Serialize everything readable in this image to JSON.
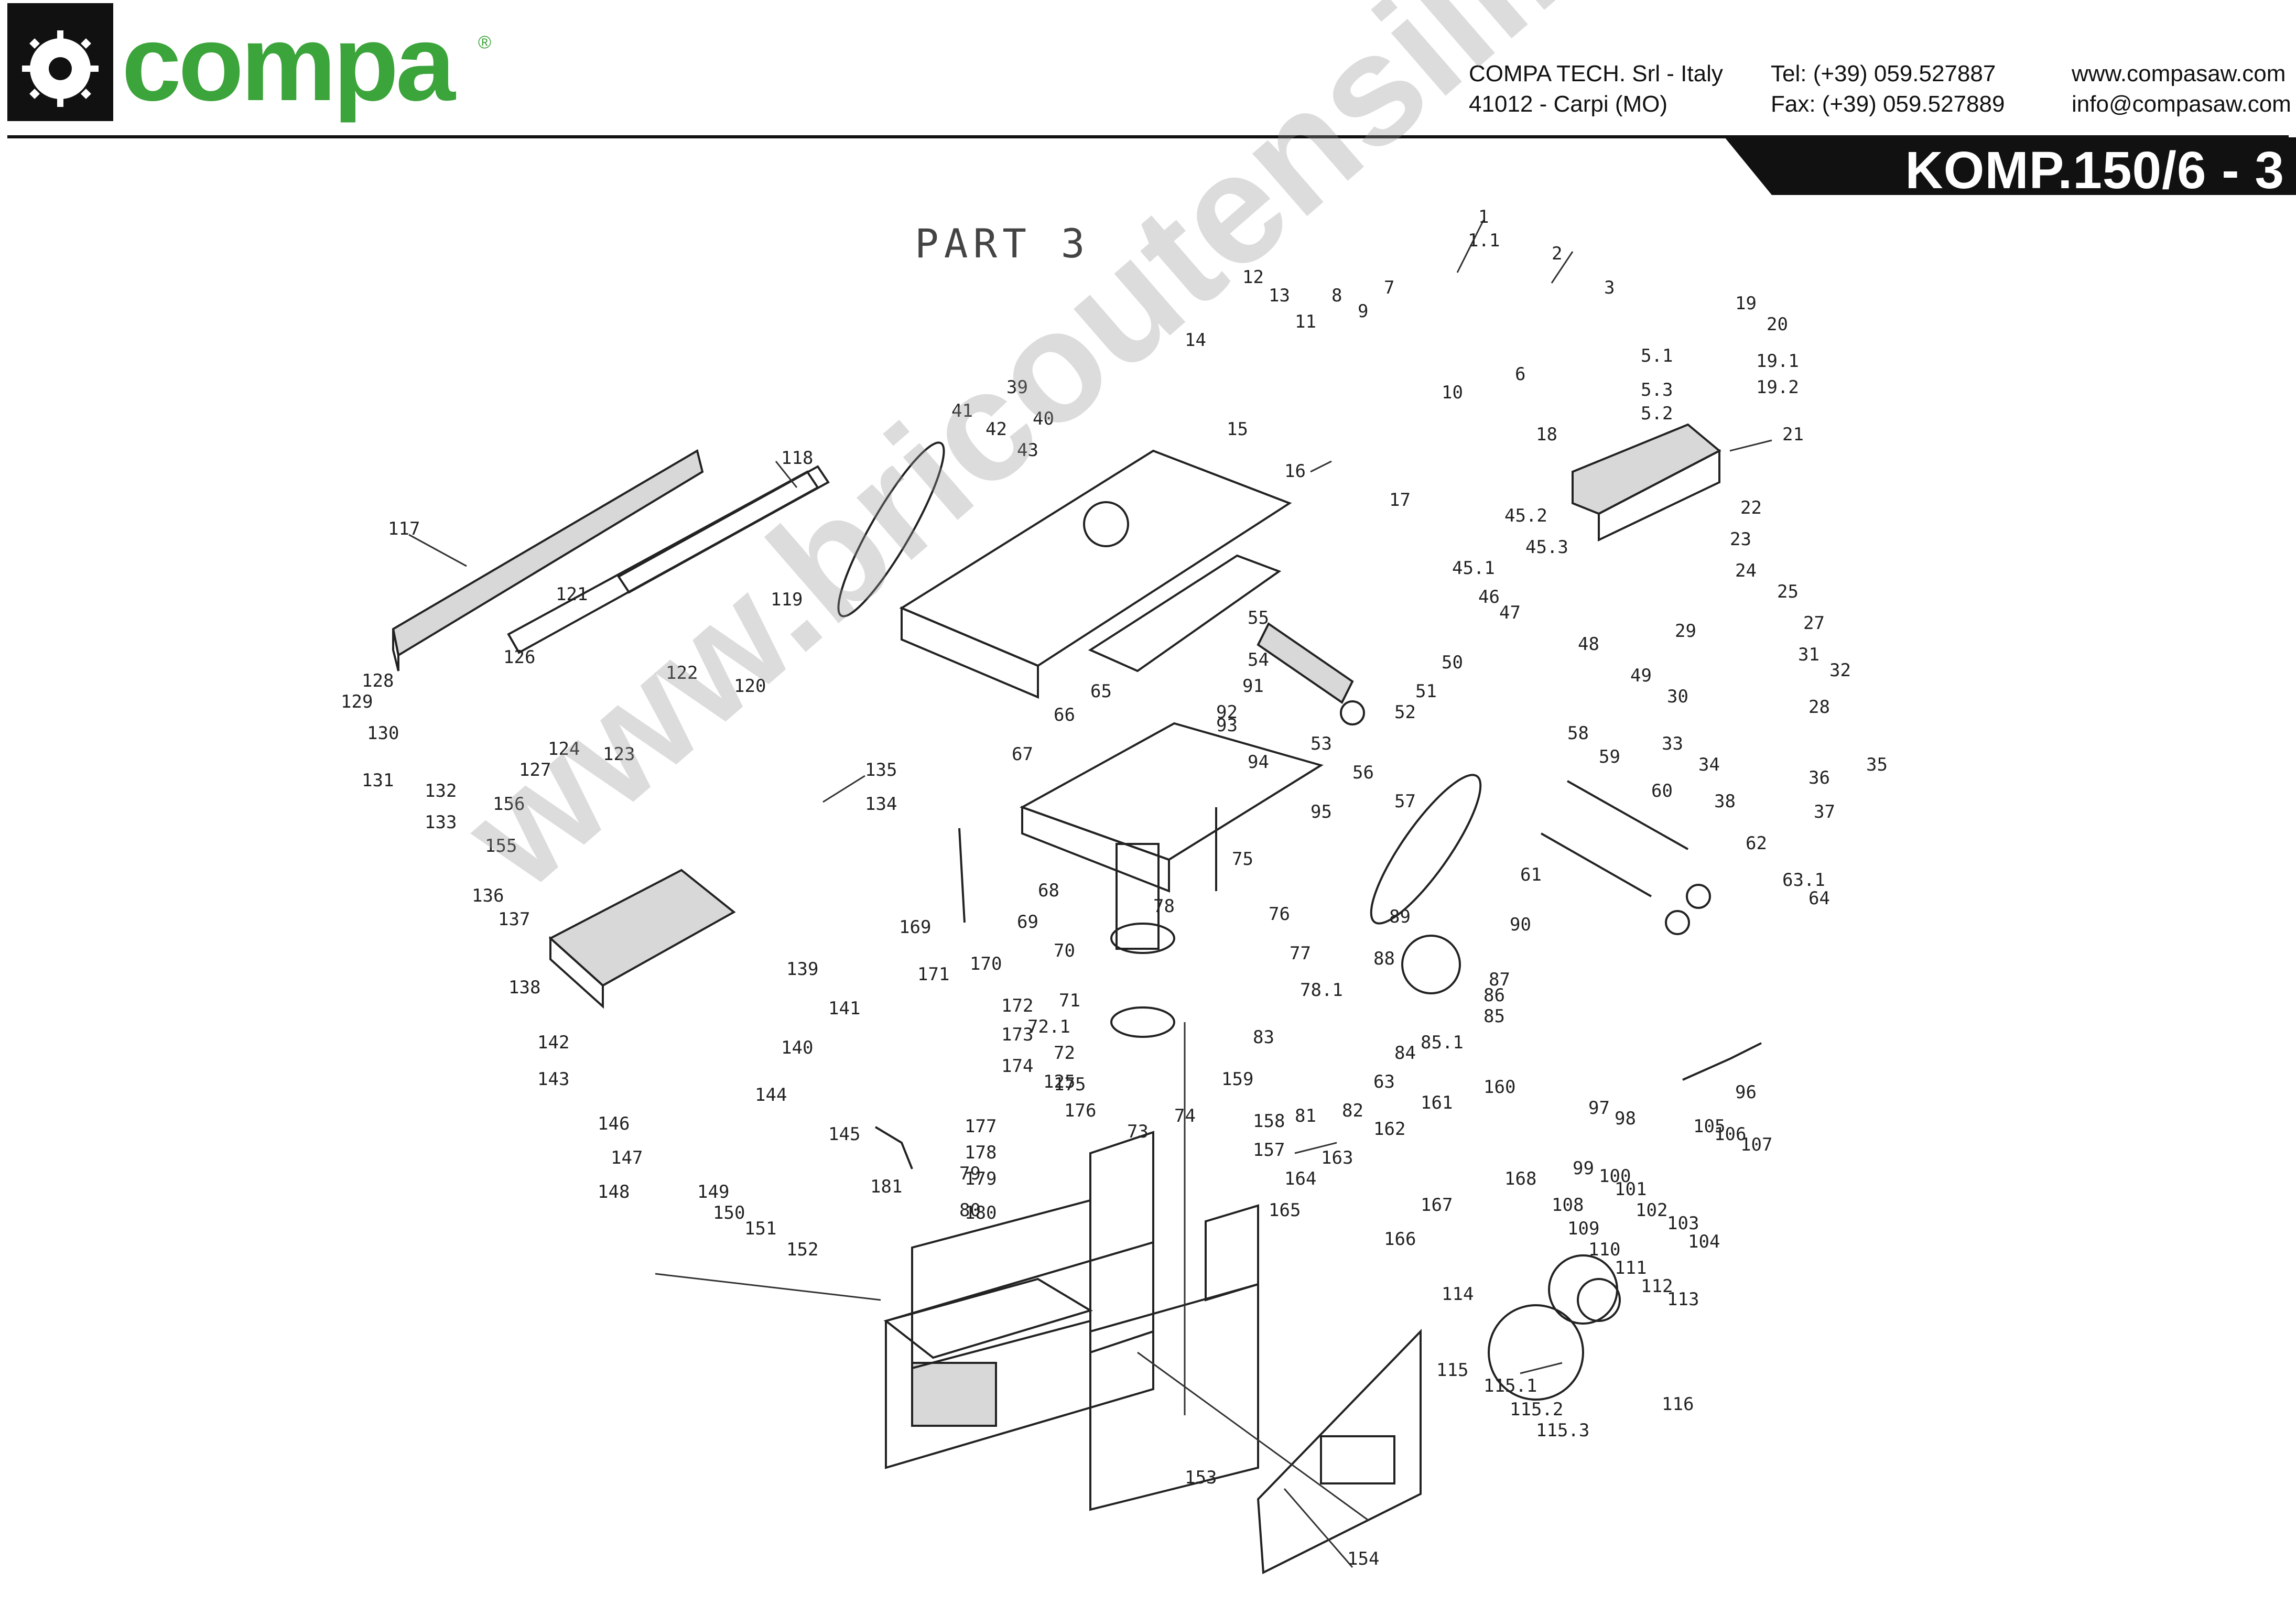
{
  "header": {
    "brand": "compa",
    "registered_mark": "®",
    "company": "COMPA TECH. Srl - Italy",
    "address": "41012 - Carpi (MO)",
    "tel": "Tel: (+39) 059.527887",
    "fax": "Fax: (+39) 059.527889",
    "website": "www.compasaw.com",
    "email": "info@compasaw.com",
    "model": "KOMP.150/6 - 3"
  },
  "part_title": "PART 3",
  "watermark": "www.bricoutensili.com",
  "colors": {
    "brand_green": "#3ba43a",
    "ink": "#111111",
    "watermark": "#9a9a9a"
  },
  "callouts": [
    "1",
    "1.1",
    "2",
    "3",
    "5.1",
    "5.3",
    "5.2",
    "6",
    "7",
    "8",
    "9",
    "10",
    "11",
    "12",
    "13",
    "14",
    "15",
    "16",
    "17",
    "18",
    "19",
    "20",
    "19.1",
    "19.2",
    "21",
    "22",
    "23",
    "24",
    "25",
    "27",
    "28",
    "29",
    "30",
    "31",
    "32",
    "33",
    "34",
    "35",
    "36",
    "37",
    "38",
    "39",
    "40",
    "41",
    "42",
    "43",
    "45.2",
    "45.3",
    "45.1",
    "46",
    "47",
    "48",
    "49",
    "50",
    "51",
    "52",
    "53",
    "54",
    "55",
    "56",
    "57",
    "58",
    "59",
    "60",
    "61",
    "62",
    "63",
    "63.1",
    "64",
    "65",
    "66",
    "67",
    "68",
    "69",
    "70",
    "71",
    "72",
    "72.1",
    "73",
    "74",
    "75",
    "76",
    "77",
    "78",
    "78.1",
    "79",
    "80",
    "81",
    "82",
    "83",
    "84",
    "85",
    "85.1",
    "86",
    "87",
    "88",
    "89",
    "90",
    "91",
    "92",
    "93",
    "94",
    "95",
    "96",
    "97",
    "98",
    "99",
    "100",
    "101",
    "102",
    "103",
    "104",
    "105",
    "106",
    "107",
    "108",
    "109",
    "110",
    "111",
    "112",
    "113",
    "114",
    "115",
    "115.1",
    "115.2",
    "115.3",
    "116",
    "117",
    "118",
    "119",
    "120",
    "121",
    "122",
    "123",
    "124",
    "125",
    "126",
    "127",
    "128",
    "129",
    "130",
    "131",
    "132",
    "133",
    "134",
    "135",
    "136",
    "137",
    "138",
    "139",
    "140",
    "141",
    "142",
    "143",
    "144",
    "145",
    "146",
    "147",
    "148",
    "149",
    "150",
    "151",
    "152",
    "153",
    "154",
    "155",
    "156",
    "157",
    "158",
    "159",
    "160",
    "161",
    "162",
    "163",
    "164",
    "165",
    "166",
    "167",
    "168",
    "169",
    "170",
    "171",
    "172",
    "173",
    "174",
    "175",
    "176",
    "177",
    "178",
    "179",
    "180",
    "181"
  ]
}
